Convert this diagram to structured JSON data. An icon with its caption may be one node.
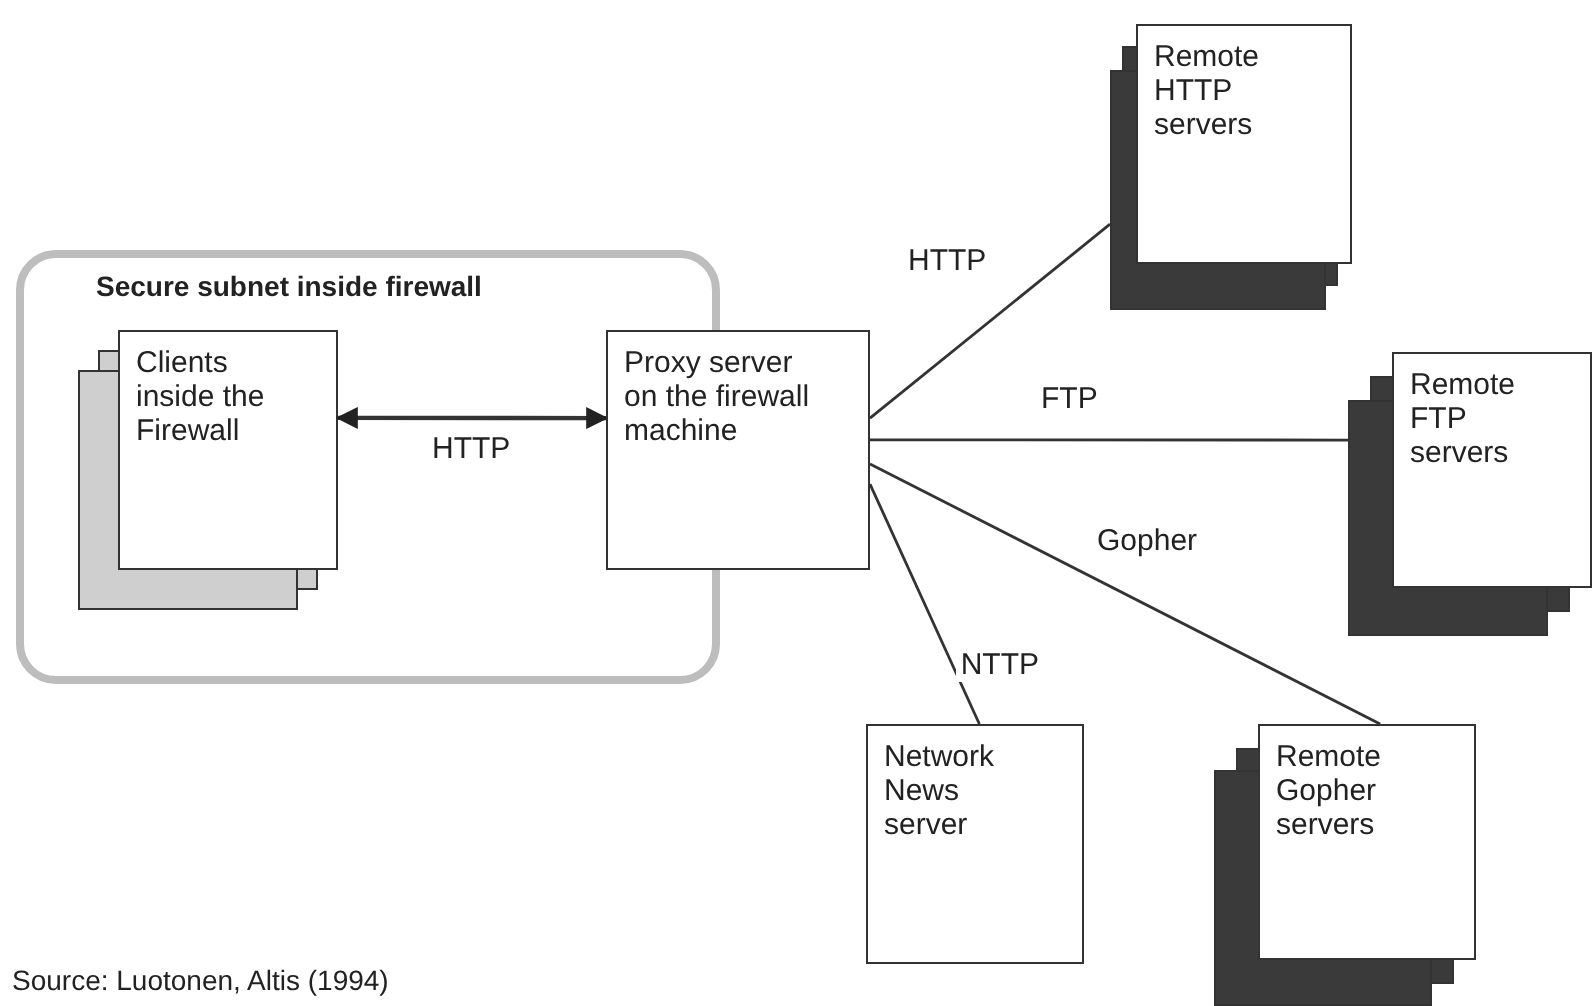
{
  "diagram": {
    "nodes": [
      {
        "text": [
          "Secure subnet inside firewall"
        ]
      },
      {
        "text": [
          "Clients inside the Firewall"
        ],
        "in": 0
      },
      {
        "text": [
          "Proxy server on the firewall machine"
        ]
      },
      {
        "text": [
          "Remote HTTP servers"
        ]
      },
      {
        "text": [
          "Remote FTP servers"
        ]
      },
      {
        "text": [
          "Network News server"
        ]
      },
      {
        "text": [
          "Remote Gopher servers"
        ]
      }
    ],
    "edges": [
      {
        "from": 1,
        "to": 2,
        "arrow": "both",
        "label": "HTTP"
      },
      {
        "from": 2,
        "to": 3,
        "arrow": "none",
        "label": "HTTP"
      },
      {
        "from": 2,
        "to": 4,
        "arrow": "none",
        "label": "FTP"
      },
      {
        "from": 2,
        "to": 6,
        "arrow": "none",
        "label": "Gopher"
      },
      {
        "from": 2,
        "to": 5,
        "arrow": "none",
        "label": "NTTP"
      }
    ],
    "labels": [
      "Source: Luotonen, Altis (1994)"
    ]
  }
}
